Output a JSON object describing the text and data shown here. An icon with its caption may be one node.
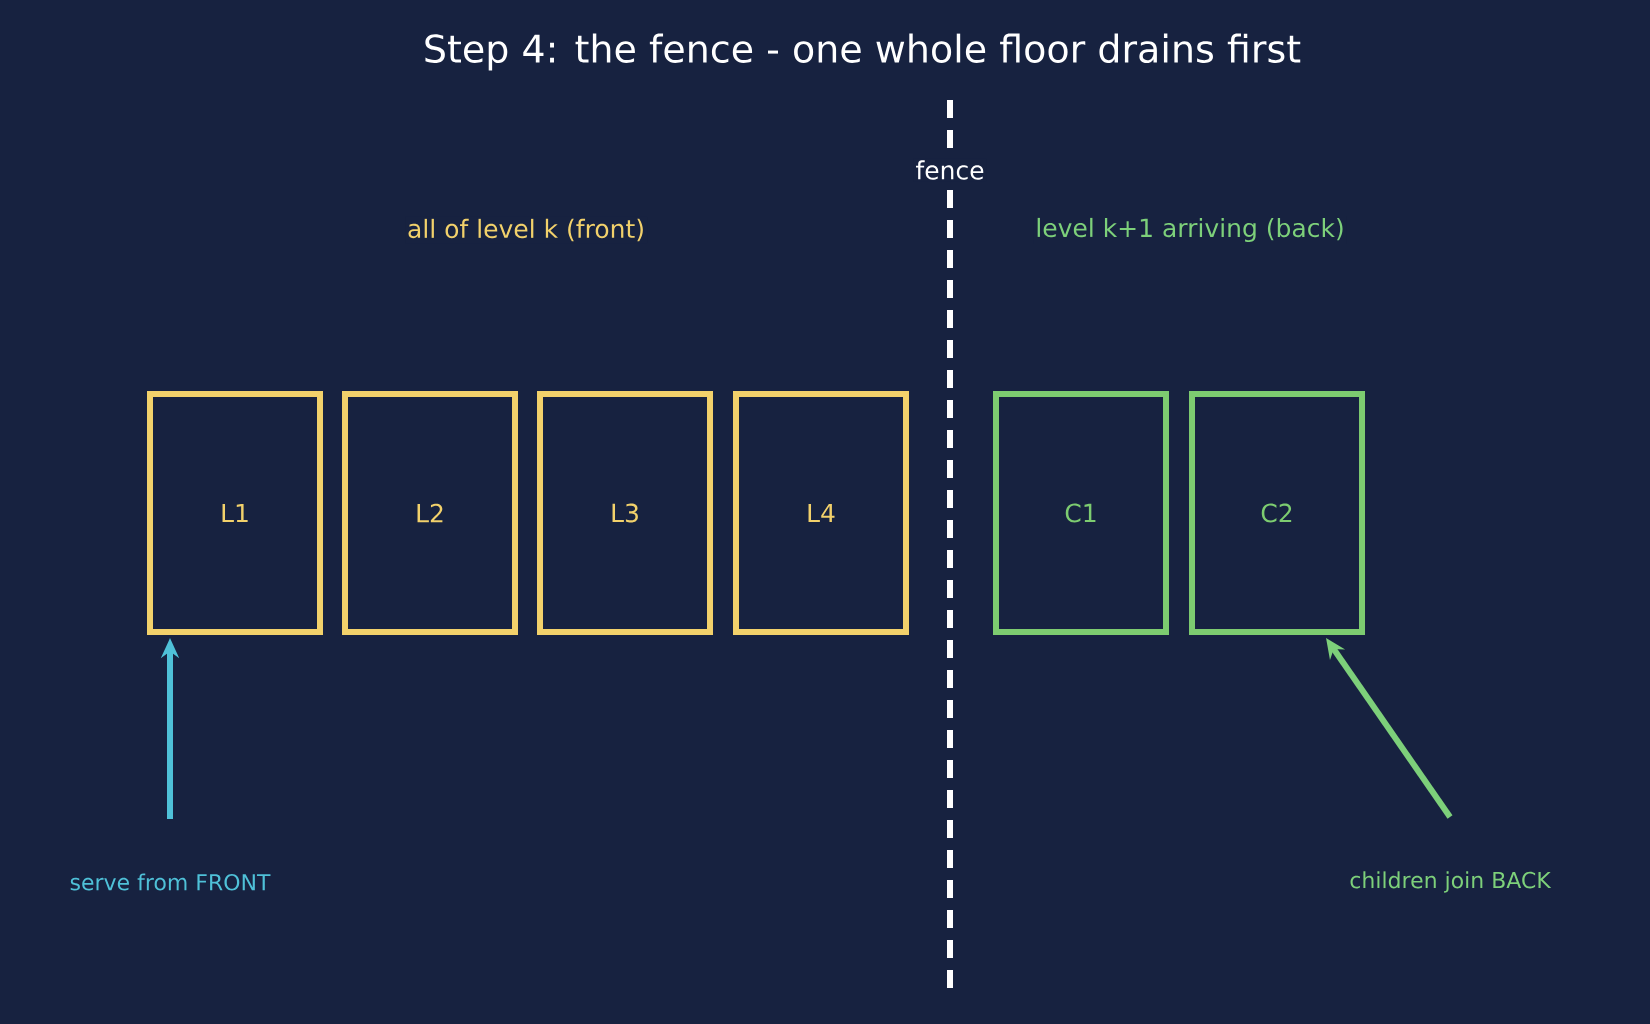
{
  "diagram": {
    "title": "Step 4: the fence - one whole floor drains first",
    "nodes": [
      {
        "text": [
          "L1"
        ]
      },
      {
        "text": [
          "L2"
        ]
      },
      {
        "text": [
          "L3"
        ]
      },
      {
        "text": [
          "L4"
        ]
      },
      {
        "text": [
          "C1"
        ]
      },
      {
        "text": [
          "C2"
        ]
      },
      {
        "text": [
          "serve from FRONT"
        ]
      },
      {
        "text": [
          "children join BACK"
        ]
      }
    ],
    "edges": [
      {
        "from": 6,
        "to": 0,
        "arrow": "to",
        "color": "#4fc1d8"
      },
      {
        "from": 7,
        "to": 5,
        "arrow": "to",
        "color": "#7dd07a"
      }
    ],
    "labels": [
      "fence",
      "all of level k (front)",
      "level k+1 arriving (back)"
    ]
  }
}
